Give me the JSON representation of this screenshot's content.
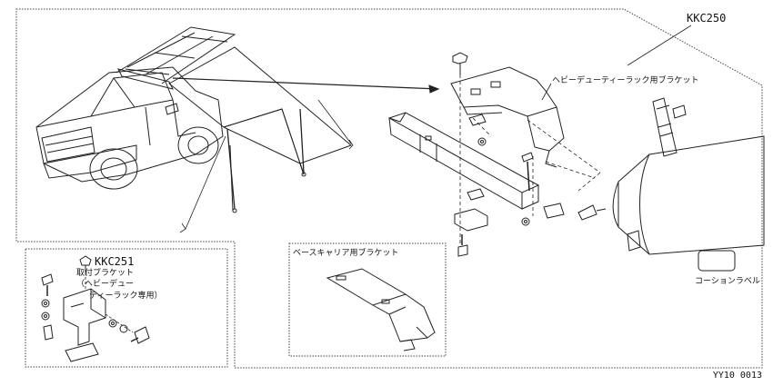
{
  "labels": {
    "main_kit": "KKC250",
    "sub_kit": "KKC251",
    "sub_kit_line1": "取付ブラケット",
    "sub_kit_line2": "（ヘビーデュー",
    "sub_kit_line3": "ティーラック専用）",
    "heavy_bracket": "ヘビーデューティーラック用ブラケット",
    "base_bracket": "ベースキャリア用ブラケット",
    "caution_label": "コーションラベル",
    "figure_code": "YY10  0013"
  }
}
